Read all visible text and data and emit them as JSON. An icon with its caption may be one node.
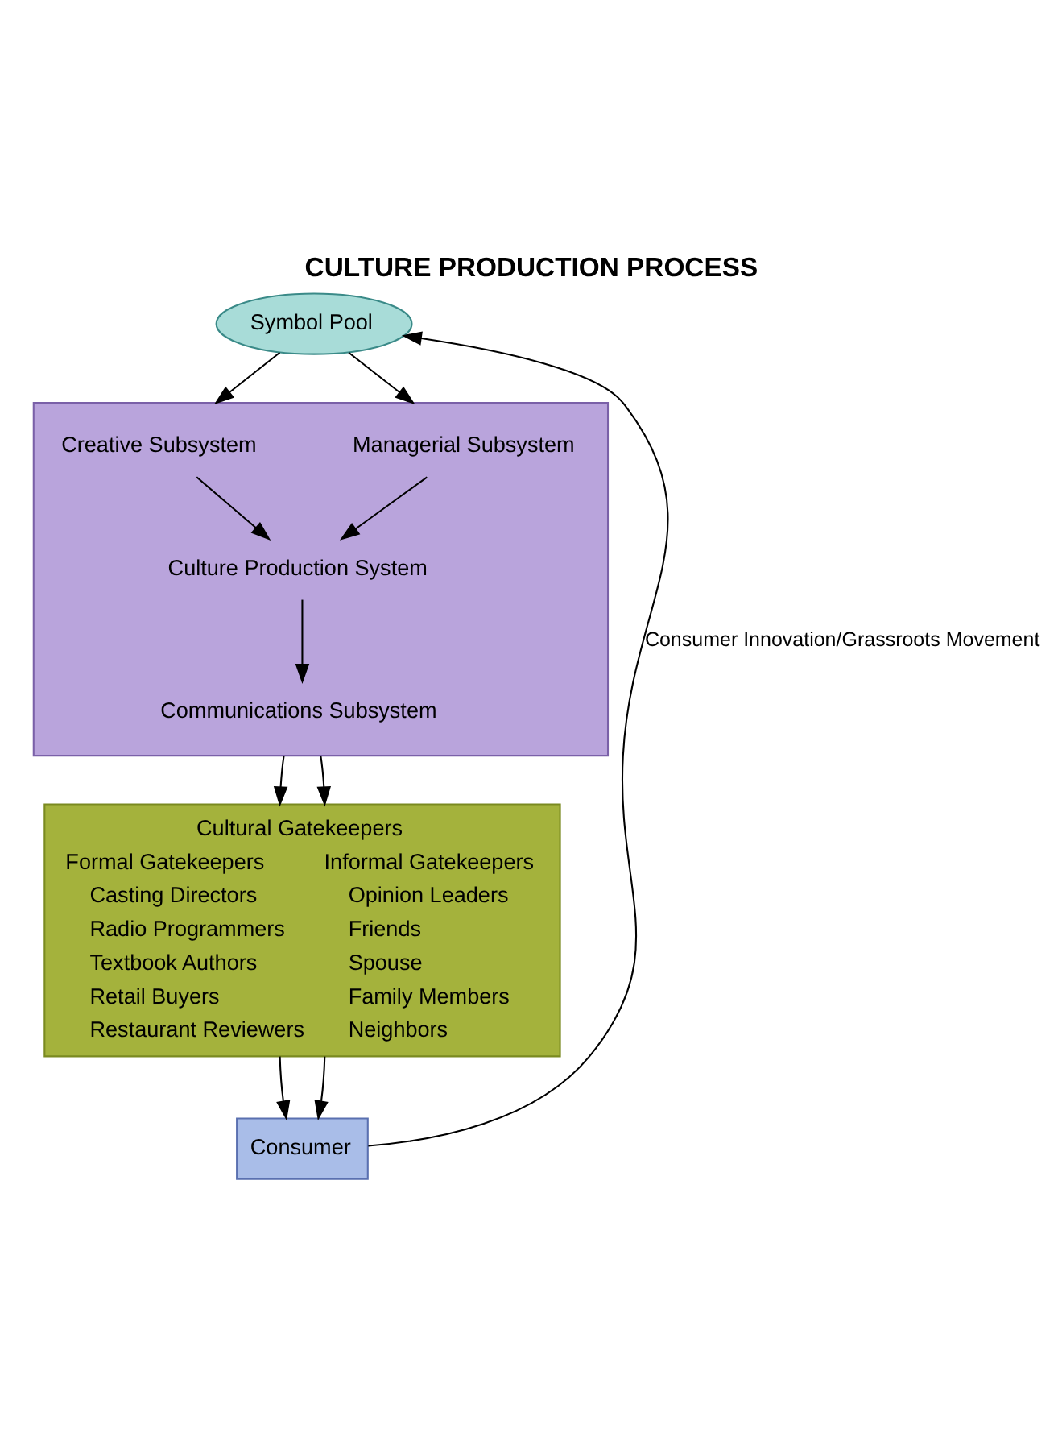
{
  "diagram": {
    "title": "CULTURE PRODUCTION PROCESS",
    "nodes": [
      {
        "text": [
          "Symbol Pool"
        ]
      },
      {
        "text": [],
        "shape": "funnel"
      },
      {
        "text": [
          "Creative Subsystem"
        ],
        "in": 1
      },
      {
        "text": [
          "Managerial Subsystem"
        ],
        "in": 1
      },
      {
        "text": [
          "Culture Production System"
        ],
        "in": 1
      },
      {
        "text": [
          "Communications Subsystem"
        ],
        "in": 1
      },
      {
        "text": [
          "Cultural Gatekeepers",
          "Formal Gatekeepers",
          "Informal Gatekeepers",
          "Casting Directors",
          "Opinion Leaders",
          "Radio Programmers",
          "Friends",
          "Textbook Authors",
          "Spouse",
          "Retail Buyers",
          "Family Members",
          "Restaurant Reviewers",
          "Neighbors"
        ]
      },
      {
        "text": [
          "Consumer"
        ]
      }
    ],
    "edges": [
      {
        "from": 0,
        "to": 1,
        "arrow": "to"
      },
      {
        "from": 0,
        "to": 1,
        "arrow": "to"
      },
      {
        "from": 2,
        "to": 4,
        "arrow": "to"
      },
      {
        "from": 3,
        "to": 4,
        "arrow": "to"
      },
      {
        "from": 4,
        "to": 5,
        "arrow": "to"
      },
      {
        "from": 1,
        "to": 6,
        "arrow": "to"
      },
      {
        "from": 1,
        "to": 6,
        "arrow": "to"
      },
      {
        "from": 6,
        "to": 7,
        "arrow": "to"
      },
      {
        "from": 6,
        "to": 7,
        "arrow": "to"
      },
      {
        "from": 7,
        "to": 0,
        "arrow": "to",
        "label": "Consumer Innovation/Grassroots Movement"
      }
    ]
  }
}
